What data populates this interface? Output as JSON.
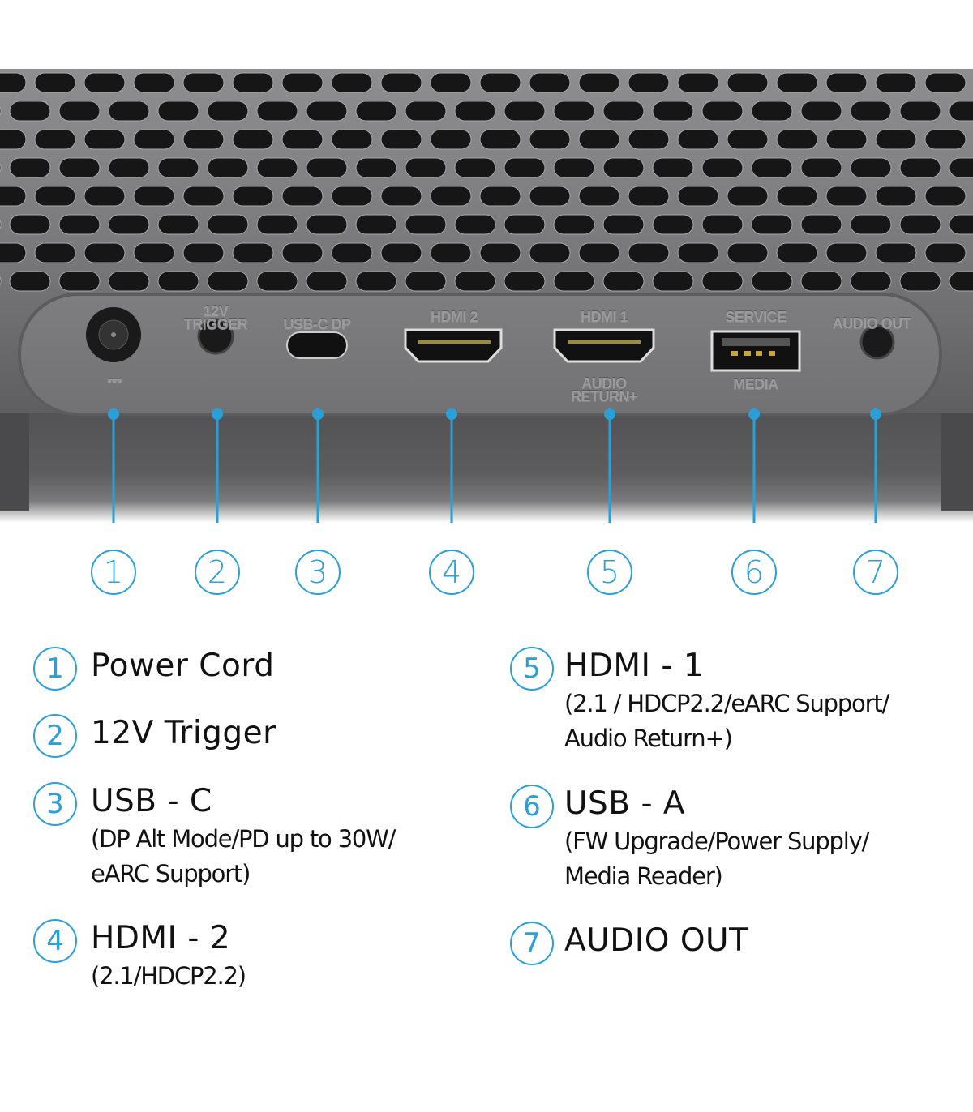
{
  "accent_color": "#2a9fd8",
  "device": {
    "port_labels": {
      "trigger": "12V\nTRIGGER",
      "usbc": "USB-C DP",
      "hdmi2": "HDMI 2",
      "hdmi1": "HDMI 1",
      "hdmi1_sub": "AUDIO\nRETURN+",
      "service": "SERVICE",
      "media": "MEDIA",
      "audio_out": "AUDIO OUT",
      "dc_symbol": "⎓"
    }
  },
  "callouts": [
    "1",
    "2",
    "3",
    "4",
    "5",
    "6",
    "7"
  ],
  "legend": {
    "left": [
      {
        "num": "1",
        "title": "Power Cord",
        "sub": []
      },
      {
        "num": "2",
        "title": "12V Trigger",
        "sub": []
      },
      {
        "num": "3",
        "title": "USB - C",
        "sub": [
          "(DP Alt Mode/PD up to 30W/",
          "eARC Support)"
        ]
      },
      {
        "num": "4",
        "title": "HDMI - 2",
        "sub": [
          "(2.1/HDCP2.2)"
        ]
      }
    ],
    "right": [
      {
        "num": "5",
        "title": "HDMI - 1",
        "sub": [
          "(2.1 / HDCP2.2/eARC Support/",
          "Audio Return+)"
        ]
      },
      {
        "num": "6",
        "title": "USB - A",
        "sub": [
          "(FW Upgrade/Power Supply/",
          "Media Reader)"
        ]
      },
      {
        "num": "7",
        "title": "AUDIO OUT",
        "sub": []
      }
    ]
  }
}
